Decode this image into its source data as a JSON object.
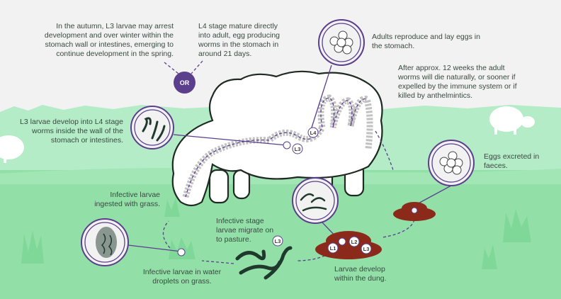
{
  "captions": {
    "autumn": "In the autumn, L3 larvae may arrest development and over winter within the stomach wall or intestines, emerging to continue development in the spring.",
    "l4_mature": "L4 stage mature directly into adult, egg producing worms in the stomach in around 21 days.",
    "or": "OR",
    "adults": "Adults reproduce and lay eggs in the stomach.",
    "after_12_weeks": "After approx. 12 weeks the adult worms will die naturally, or sooner if expelled by the immune system or if killed by anthelmintics.",
    "l3_develop": "L3 larvae develop into L4 stage worms inside the wall of the stomach or intestines.",
    "eggs_excreted": "Eggs excreted in faeces.",
    "ingested": "Infective larvae ingested with grass.",
    "migrate": "Infective stage larvae migrate on to pasture.",
    "water_droplets": "Infective larvae in water droplets on grass.",
    "larvae_develop": "Larvae develop within the dung."
  },
  "stage_labels": {
    "l1": "L1",
    "l2": "L2",
    "l3": "L3",
    "l3_gut": "L3",
    "l4_gut": "L4",
    "l3_pasture": "L3"
  },
  "colors": {
    "purple": "#5b3f8c",
    "grass": "#92e0a8",
    "grass_light": "#b4ecc8",
    "sky": "#f2f2f2",
    "dung": "#8b2a1a",
    "worm": "#1f3a2c"
  }
}
